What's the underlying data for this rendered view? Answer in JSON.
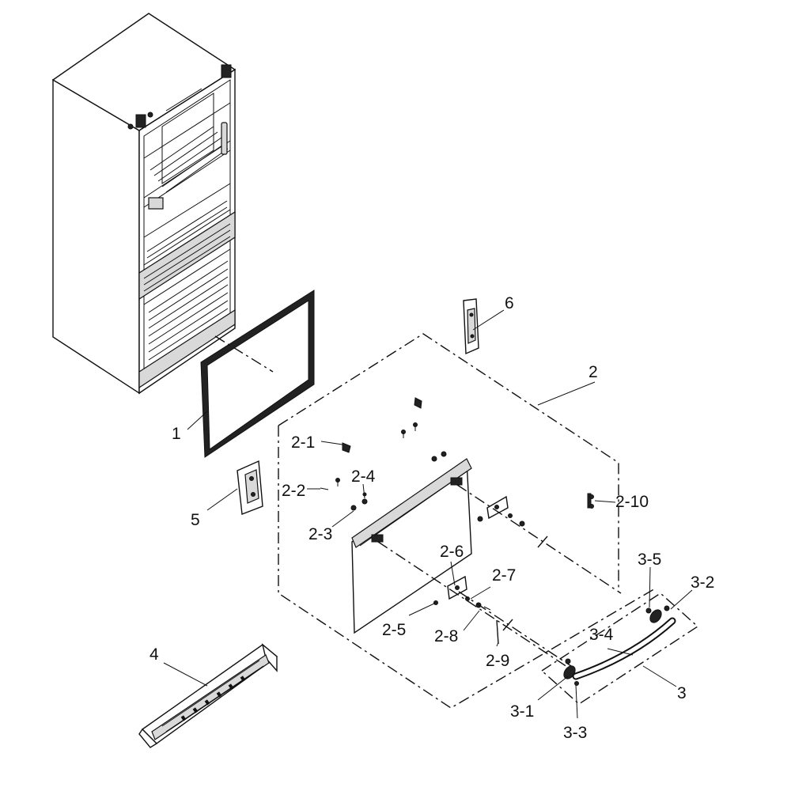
{
  "diagram": {
    "callouts": [
      {
        "id": "c1",
        "label": "1"
      },
      {
        "id": "c2",
        "label": "2"
      },
      {
        "id": "c2_1",
        "label": "2-1"
      },
      {
        "id": "c2_2",
        "label": "2-2"
      },
      {
        "id": "c2_3",
        "label": "2-3"
      },
      {
        "id": "c2_4",
        "label": "2-4"
      },
      {
        "id": "c2_5",
        "label": "2-5"
      },
      {
        "id": "c2_6",
        "label": "2-6"
      },
      {
        "id": "c2_7",
        "label": "2-7"
      },
      {
        "id": "c2_8",
        "label": "2-8"
      },
      {
        "id": "c2_9",
        "label": "2-9"
      },
      {
        "id": "c2_10",
        "label": "2-10"
      },
      {
        "id": "c3",
        "label": "3"
      },
      {
        "id": "c3_1",
        "label": "3-1"
      },
      {
        "id": "c3_2",
        "label": "3-2"
      },
      {
        "id": "c3_3",
        "label": "3-3"
      },
      {
        "id": "c3_4",
        "label": "3-4"
      },
      {
        "id": "c3_5",
        "label": "3-5"
      },
      {
        "id": "c4",
        "label": "4"
      },
      {
        "id": "c5",
        "label": "5"
      },
      {
        "id": "c6",
        "label": "6"
      }
    ]
  }
}
